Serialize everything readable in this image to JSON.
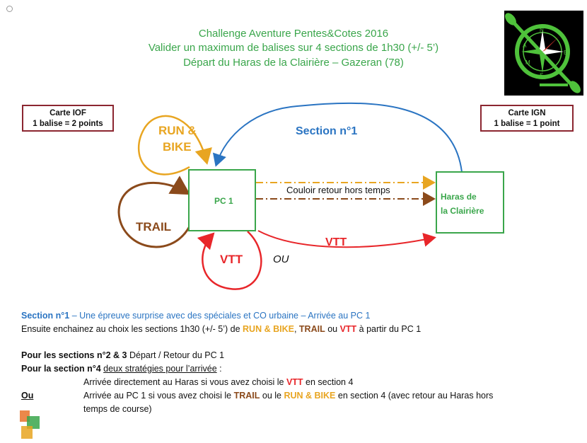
{
  "header": {
    "line1": "Challenge Aventure Pentes&Cotes 2016",
    "line2": "Valider un maximum de balises sur 4 sections  de 1h30 (+/- 5’)",
    "line3": "Départ du Haras de la Clairière – Gazeran (78)"
  },
  "legend_iof": {
    "title": "Carte IOF",
    "value": "1 balise = 2 points"
  },
  "legend_ign": {
    "title": "Carte IGN",
    "value": "1 balise = 1 point"
  },
  "diagram": {
    "section1": "Section n°1",
    "run_bike_1": "RUN &",
    "run_bike_2": "BIKE",
    "trail": "TRAIL",
    "vtt_loop": "VTT",
    "ou": "OU",
    "vtt_arrow": "VTT",
    "pc1": "PC 1",
    "haras_1": "Haras de",
    "haras_2": "la Clairière",
    "couloir": "Couloir retour hors temps"
  },
  "colors": {
    "green": "#3aa64b",
    "blue": "#2a74c2",
    "orange": "#e8a521",
    "brown": "#8b4a1b",
    "red": "#e8262a",
    "box_border": "#8b2630"
  },
  "text": {
    "s1_label": "Section n°1",
    "s1_rest": " – Une épreuve surprise avec des spéciales et CO urbaine  – Arrivée au PC 1",
    "l2_a": "Ensuite  enchainez  au choix les sections  1h30  (+/- 5’) de ",
    "l2_run": "RUN & BIKE",
    "l2_sep1": ", ",
    "l2_trail": "TRAIL",
    "l2_ou": " ou ",
    "l2_vtt": "VTT",
    "l2_end": " à partir du PC 1",
    "l3_bold": "Pour les sections n°2 & 3",
    "l3_rest": " Départ / Retour du PC 1",
    "l4_bold": "Pour la section n°4",
    "l4_u": "deux stratégies pour l’arrivée",
    "l4_colon": " :",
    "l5_a": "Arrivée directement au Haras  si vous avez choisi le ",
    "l5_vtt": "VTT",
    "l5_end": " en section 4",
    "ou_label": "Ou",
    "l6_a": "Arrivée au PC 1 si vous avez choisi le ",
    "l6_trail": "TRAIL",
    "l6_ou": " ou le ",
    "l6_run": "RUN & BIKE",
    "l6_end": " en section 4 (avec retour au Haras hors",
    "l7": "temps de course)"
  },
  "logo_text": {
    "n": "N",
    "s": "S",
    "e": "E",
    "a": "A",
    "m": "M"
  }
}
